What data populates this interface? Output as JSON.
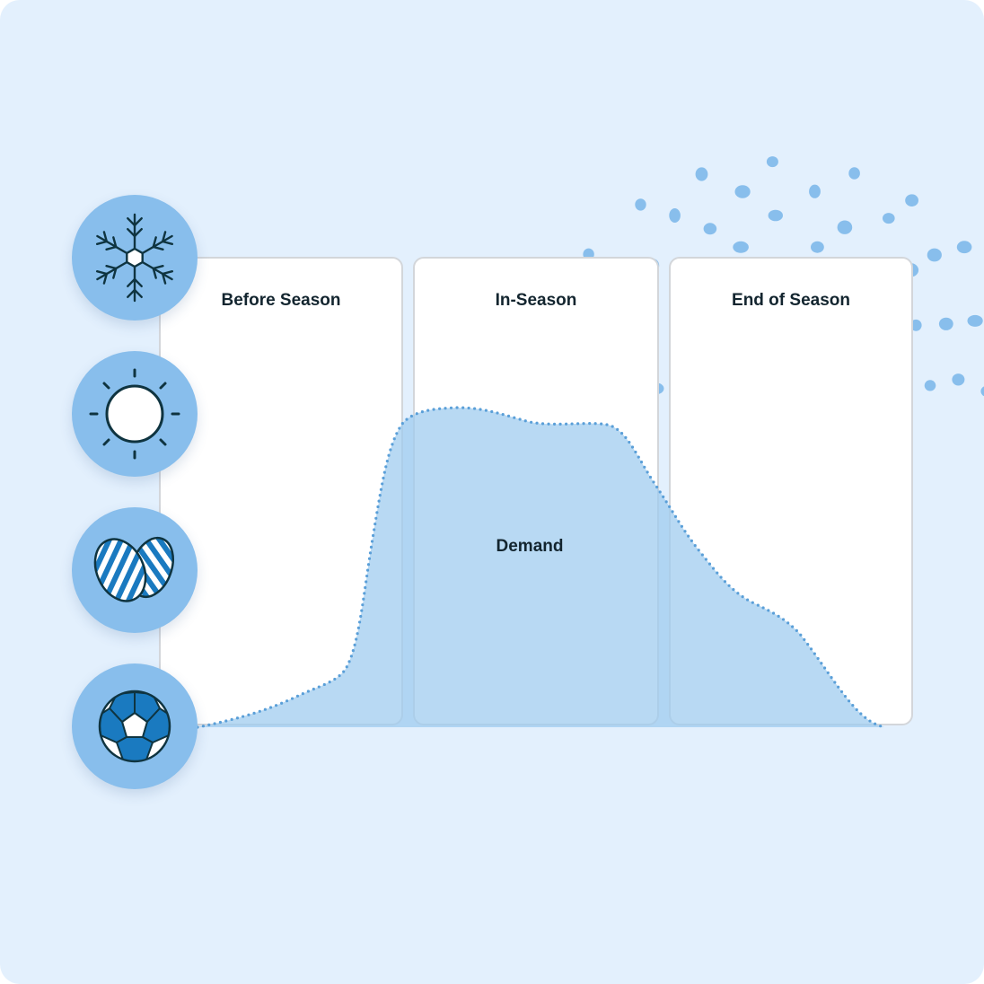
{
  "phases": [
    {
      "label": "Before Season"
    },
    {
      "label": "In-Season"
    },
    {
      "label": "End of Season"
    }
  ],
  "curve_label": "Demand",
  "icons": [
    "snowflake-icon",
    "sun-icon",
    "easter-eggs-icon",
    "soccer-ball-icon"
  ],
  "colors": {
    "background": "#e3f0fd",
    "circle": "#88beec",
    "fill": "#b5d7f2",
    "dots": "#88beec",
    "dark": "#13252f",
    "accent": "#1a7ac0"
  }
}
